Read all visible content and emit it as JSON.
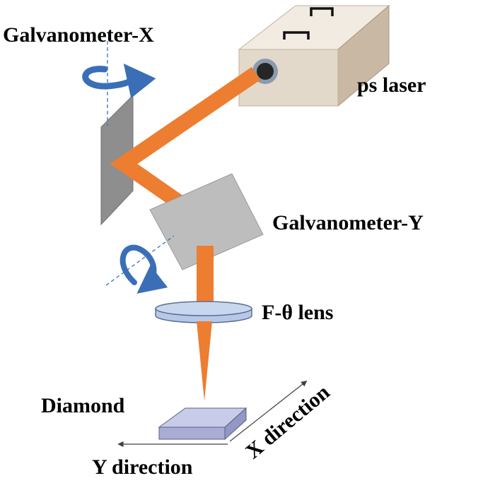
{
  "labels": {
    "galvo_x": "Galvanometer-X",
    "laser": "ps laser",
    "galvo_y": "Galvanometer-Y",
    "lens": "F-θ lens",
    "diamond": "Diamond",
    "x_direction": "X direction",
    "y_direction": "Y direction"
  },
  "colors": {
    "beam": "#ED7D31",
    "laser_top": "#F1EBE2",
    "laser_front": "#E3D9CB",
    "laser_side": "#C9B9A4",
    "aperture_ring": "#8C9AAE",
    "aperture_core": "#262626",
    "mirror_x": "#8E8E8E",
    "mirror_y": "#BDBDBD",
    "rotation_arrow": "#3A6FB7",
    "axis_dash": "#3A6FB7",
    "lens_fill": "#C9D7EE",
    "lens_stroke": "#5A6F96",
    "diamond_top": "#C9CCE8",
    "diamond_front": "#A9ADD4",
    "direction_arrow": "#404040",
    "label_text": "#000000"
  },
  "icons": {
    "laser": "laser-source-box-icon",
    "galvo_x_rotation": "rotation-arrow-icon",
    "galvo_y_rotation": "rotation-arrow-icon",
    "lens": "lens-disk-icon",
    "diamond": "sample-slab-icon"
  }
}
